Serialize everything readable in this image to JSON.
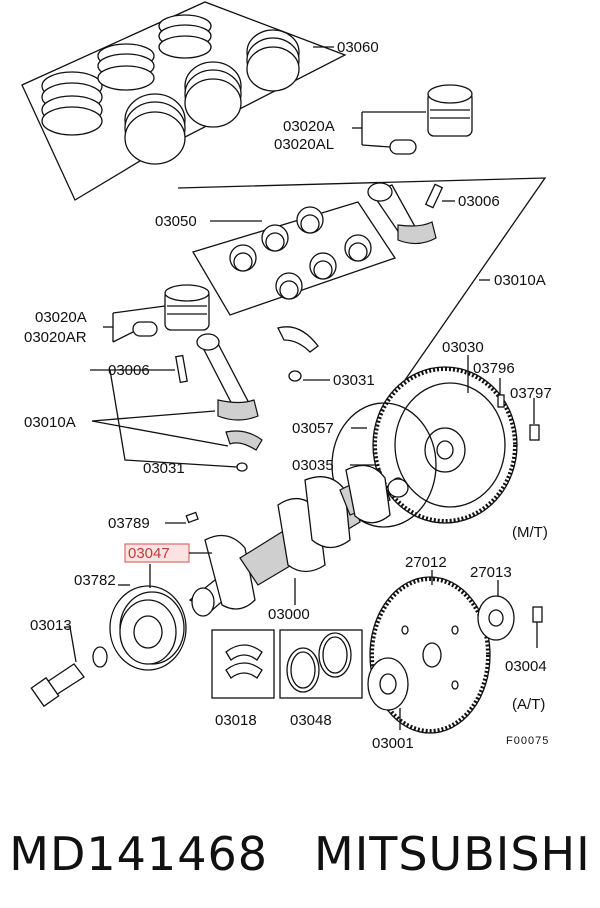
{
  "diagram": {
    "labels": {
      "p03060": "03060",
      "p03020A_top": "03020A",
      "p03020AL": "03020AL",
      "p03006_top": "03006",
      "p03050": "03050",
      "p03010A_right": "03010A",
      "p03020A_left": "03020A",
      "p03020AR": "03020AR",
      "p03006_left": "03006",
      "p03031_top": "03031",
      "p03010A_left": "03010A",
      "p03031_left": "03031",
      "p03030": "03030",
      "p03796": "03796",
      "p03797": "03797",
      "p03057": "03057",
      "p03035": "03035",
      "p03789": "03789",
      "p03047": "03047",
      "p03782": "03782",
      "p03013": "03013",
      "p03000": "03000",
      "p27012": "27012",
      "p27013": "27013",
      "p03004": "03004",
      "p03018": "03018",
      "p03048": "03048",
      "p03001": "03001",
      "mt": "(M/T)",
      "at": "(A/T)",
      "fig_code": "F00075"
    }
  },
  "caption": {
    "part_number": "MD141468",
    "brand": "MITSUBISHI"
  }
}
